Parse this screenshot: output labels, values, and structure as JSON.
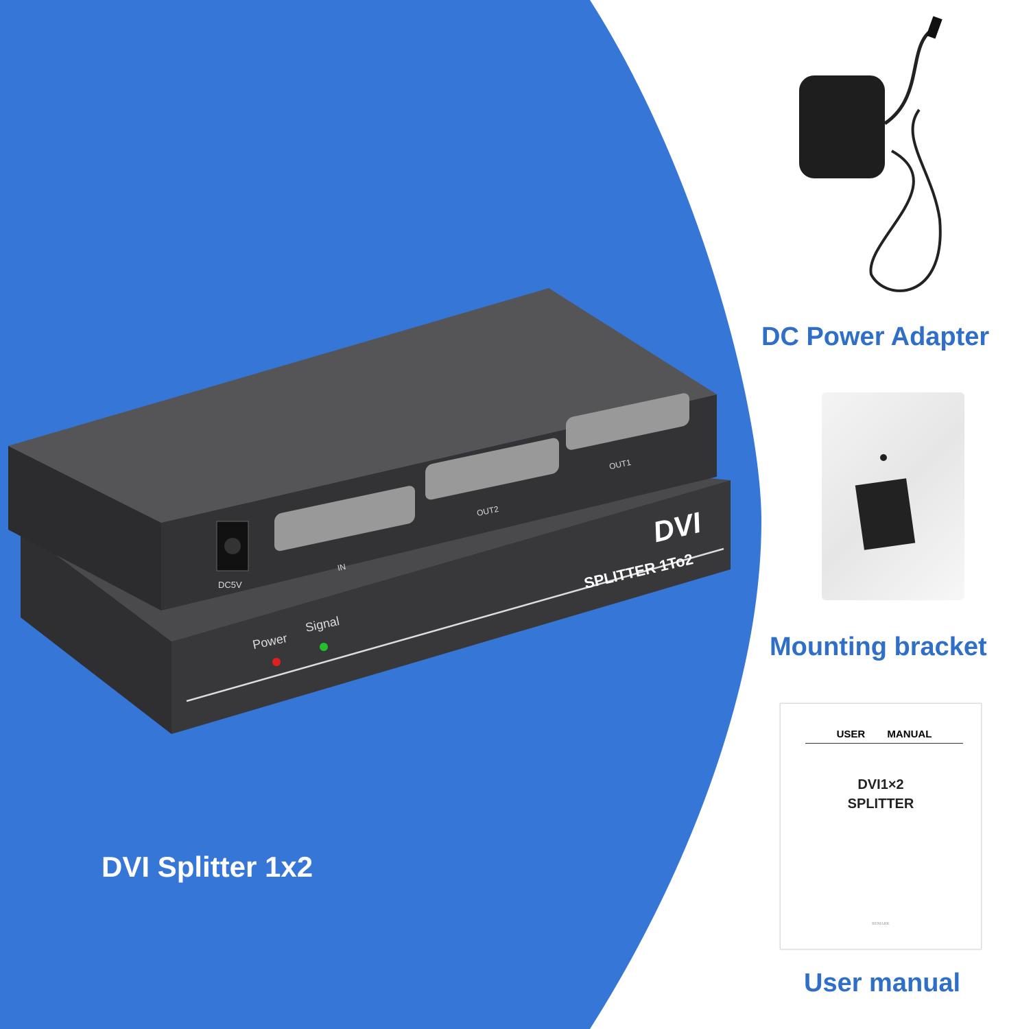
{
  "main_product": {
    "label": "DVI Splitter 1x2"
  },
  "device": {
    "brand_text": "DVI",
    "model_text": "SPLITTER 1To2",
    "ports": {
      "power": "DC5V",
      "input": "IN",
      "output1": "OUT1",
      "output2": "OUT2"
    },
    "indicators": {
      "power": "Power",
      "signal": "Signal"
    },
    "indicator_colors": {
      "power": "#e02020",
      "signal": "#22c02a"
    }
  },
  "accessories": [
    {
      "label": "DC Power Adapter"
    },
    {
      "label": "Mounting bracket"
    },
    {
      "label": "User manual"
    }
  ],
  "manual": {
    "header": "USER MANUAL",
    "title_line1": "DVI1×2",
    "title_line2": "SPLITTER",
    "remark": "REMARK"
  },
  "colors": {
    "background_blue": "#3676d6",
    "label_blue": "#2f6fc8"
  }
}
